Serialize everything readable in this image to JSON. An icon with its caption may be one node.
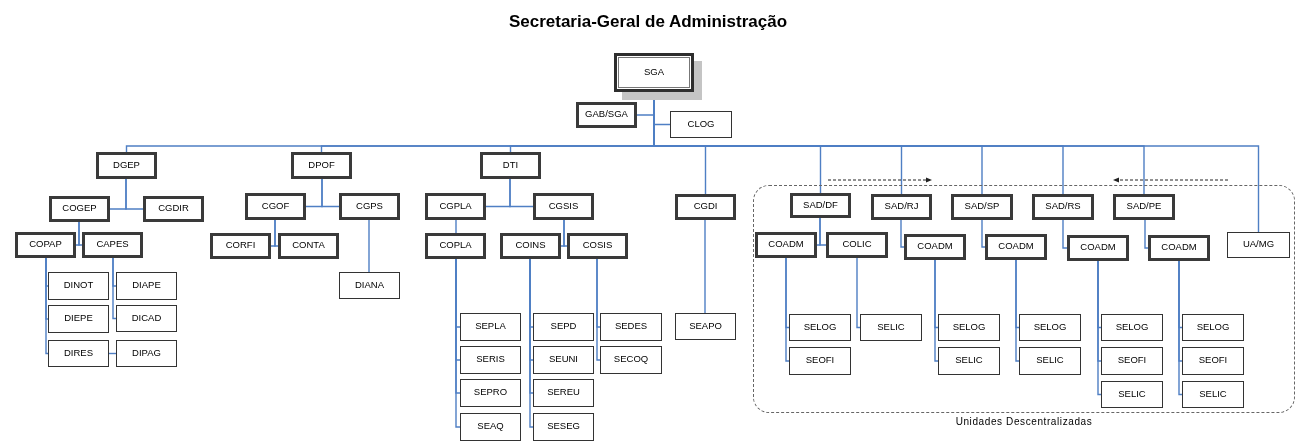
{
  "diagram": {
    "title": "Secretaria-Geral de Administração",
    "nodes": [
      {
        "text": [
          "SGA"
        ]
      },
      {
        "text": [
          "GAB/SGA"
        ]
      },
      {
        "text": [
          "CLOG"
        ]
      },
      {
        "text": [
          "DGEP"
        ]
      },
      {
        "text": [
          "COGEP"
        ]
      },
      {
        "text": [
          "CGDIR"
        ]
      },
      {
        "text": [
          "COPAP"
        ]
      },
      {
        "text": [
          "CAPES"
        ]
      },
      {
        "text": [
          "DINOT"
        ]
      },
      {
        "text": [
          "DIEPE"
        ]
      },
      {
        "text": [
          "DIRES"
        ]
      },
      {
        "text": [
          "DIAPE"
        ]
      },
      {
        "text": [
          "DICAD"
        ]
      },
      {
        "text": [
          "DIPAG"
        ]
      },
      {
        "text": [
          "DPOF"
        ]
      },
      {
        "text": [
          "CGOF"
        ]
      },
      {
        "text": [
          "CGPS"
        ]
      },
      {
        "text": [
          "CORFI"
        ]
      },
      {
        "text": [
          "CONTA"
        ]
      },
      {
        "text": [
          "DIANA"
        ]
      },
      {
        "text": [
          "DTI"
        ]
      },
      {
        "text": [
          "CGPLA"
        ]
      },
      {
        "text": [
          "CGSIS"
        ]
      },
      {
        "text": [
          "COPLA"
        ]
      },
      {
        "text": [
          "COINS"
        ]
      },
      {
        "text": [
          "COSIS"
        ]
      },
      {
        "text": [
          "SEPLA"
        ]
      },
      {
        "text": [
          "SERIS"
        ]
      },
      {
        "text": [
          "SEPRO"
        ]
      },
      {
        "text": [
          "SEAQ"
        ]
      },
      {
        "text": [
          "SEPD"
        ]
      },
      {
        "text": [
          "SEUNI"
        ]
      },
      {
        "text": [
          "SEREU"
        ]
      },
      {
        "text": [
          "SESEG"
        ]
      },
      {
        "text": [
          "SEDES"
        ]
      },
      {
        "text": [
          "SECOQ"
        ]
      },
      {
        "text": [
          "CGDI"
        ]
      },
      {
        "text": [
          "SEAPO"
        ]
      },
      {
        "text": [
          "Unidades Descentralizadas"
        ]
      },
      {
        "text": [
          "SAD/DF"
        ],
        "in": 38
      },
      {
        "text": [
          "COADM"
        ],
        "in": 38
      },
      {
        "text": [
          "COLIC"
        ],
        "in": 38
      },
      {
        "text": [
          "SELOG"
        ],
        "in": 38
      },
      {
        "text": [
          "SEOFI"
        ],
        "in": 38
      },
      {
        "text": [
          "SELIC"
        ],
        "in": 38
      },
      {
        "text": [
          "SAD/RJ"
        ],
        "in": 38
      },
      {
        "text": [
          "COADM"
        ],
        "in": 38
      },
      {
        "text": [
          "SELOG"
        ],
        "in": 38
      },
      {
        "text": [
          "SELIC"
        ],
        "in": 38
      },
      {
        "text": [
          "SAD/SP"
        ],
        "in": 38
      },
      {
        "text": [
          "COADM"
        ],
        "in": 38
      },
      {
        "text": [
          "SELOG"
        ],
        "in": 38
      },
      {
        "text": [
          "SELIC"
        ],
        "in": 38
      },
      {
        "text": [
          "SAD/RS"
        ],
        "in": 38
      },
      {
        "text": [
          "COADM"
        ],
        "in": 38
      },
      {
        "text": [
          "SELOG"
        ],
        "in": 38
      },
      {
        "text": [
          "SEOFI"
        ],
        "in": 38
      },
      {
        "text": [
          "SELIC"
        ],
        "in": 38
      },
      {
        "text": [
          "SAD/PE"
        ],
        "in": 38
      },
      {
        "text": [
          "COADM"
        ],
        "in": 38
      },
      {
        "text": [
          "SELOG"
        ],
        "in": 38
      },
      {
        "text": [
          "SEOFI"
        ],
        "in": 38
      },
      {
        "text": [
          "SELIC"
        ],
        "in": 38
      },
      {
        "text": [
          "UA/MG"
        ],
        "in": 38
      }
    ],
    "edges": [
      {
        "from": 0,
        "to": 1,
        "arrow": "none"
      },
      {
        "from": 0,
        "to": 2,
        "arrow": "none"
      },
      {
        "from": 0,
        "to": 3,
        "arrow": "none"
      },
      {
        "from": 0,
        "to": 14,
        "arrow": "none"
      },
      {
        "from": 0,
        "to": 20,
        "arrow": "none"
      },
      {
        "from": 0,
        "to": 36,
        "arrow": "none"
      },
      {
        "from": 0,
        "to": 39,
        "arrow": "none"
      },
      {
        "from": 0,
        "to": 45,
        "arrow": "none"
      },
      {
        "from": 0,
        "to": 49,
        "arrow": "none"
      },
      {
        "from": 0,
        "to": 53,
        "arrow": "none"
      },
      {
        "from": 0,
        "to": 58,
        "arrow": "none"
      },
      {
        "from": 0,
        "to": 63,
        "arrow": "none"
      },
      {
        "from": 3,
        "to": 4,
        "arrow": "none"
      },
      {
        "from": 3,
        "to": 5,
        "arrow": "none"
      },
      {
        "from": 4,
        "to": 6,
        "arrow": "none"
      },
      {
        "from": 4,
        "to": 7,
        "arrow": "none"
      },
      {
        "from": 6,
        "to": 8,
        "arrow": "none"
      },
      {
        "from": 6,
        "to": 9,
        "arrow": "none"
      },
      {
        "from": 6,
        "to": 10,
        "arrow": "none"
      },
      {
        "from": 7,
        "to": 11,
        "arrow": "none"
      },
      {
        "from": 7,
        "to": 12,
        "arrow": "none"
      },
      {
        "from": 10,
        "to": 13,
        "arrow": "none"
      },
      {
        "from": 14,
        "to": 15,
        "arrow": "none"
      },
      {
        "from": 14,
        "to": 16,
        "arrow": "none"
      },
      {
        "from": 15,
        "to": 17,
        "arrow": "none"
      },
      {
        "from": 15,
        "to": 18,
        "arrow": "none"
      },
      {
        "from": 16,
        "to": 19,
        "arrow": "none"
      },
      {
        "from": 20,
        "to": 21,
        "arrow": "none"
      },
      {
        "from": 20,
        "to": 22,
        "arrow": "none"
      },
      {
        "from": 21,
        "to": 23,
        "arrow": "none"
      },
      {
        "from": 22,
        "to": 24,
        "arrow": "none"
      },
      {
        "from": 22,
        "to": 25,
        "arrow": "none"
      },
      {
        "from": 23,
        "to": 26,
        "arrow": "none"
      },
      {
        "from": 23,
        "to": 27,
        "arrow": "none"
      },
      {
        "from": 23,
        "to": 28,
        "arrow": "none"
      },
      {
        "from": 23,
        "to": 29,
        "arrow": "none"
      },
      {
        "from": 24,
        "to": 30,
        "arrow": "none"
      },
      {
        "from": 24,
        "to": 31,
        "arrow": "none"
      },
      {
        "from": 24,
        "to": 32,
        "arrow": "none"
      },
      {
        "from": 24,
        "to": 33,
        "arrow": "none"
      },
      {
        "from": 25,
        "to": 34,
        "arrow": "none"
      },
      {
        "from": 25,
        "to": 35,
        "arrow": "none"
      },
      {
        "from": 36,
        "to": 37,
        "arrow": "none"
      },
      {
        "from": 39,
        "to": 40,
        "arrow": "none"
      },
      {
        "from": 39,
        "to": 41,
        "arrow": "none"
      },
      {
        "from": 40,
        "to": 42,
        "arrow": "none"
      },
      {
        "from": 40,
        "to": 43,
        "arrow": "none"
      },
      {
        "from": 41,
        "to": 44,
        "arrow": "none"
      },
      {
        "from": 45,
        "to": 46,
        "arrow": "none"
      },
      {
        "from": 46,
        "to": 47,
        "arrow": "none"
      },
      {
        "from": 46,
        "to": 48,
        "arrow": "none"
      },
      {
        "from": 49,
        "to": 50,
        "arrow": "none"
      },
      {
        "from": 50,
        "to": 51,
        "arrow": "none"
      },
      {
        "from": 50,
        "to": 52,
        "arrow": "none"
      },
      {
        "from": 53,
        "to": 54,
        "arrow": "none"
      },
      {
        "from": 54,
        "to": 55,
        "arrow": "none"
      },
      {
        "from": 54,
        "to": 56,
        "arrow": "none"
      },
      {
        "from": 54,
        "to": 57,
        "arrow": "none"
      },
      {
        "from": 58,
        "to": 59,
        "arrow": "none"
      },
      {
        "from": 59,
        "to": 60,
        "arrow": "none"
      },
      {
        "from": 59,
        "to": 61,
        "arrow": "none"
      },
      {
        "from": 59,
        "to": 62,
        "arrow": "none"
      }
    ]
  }
}
